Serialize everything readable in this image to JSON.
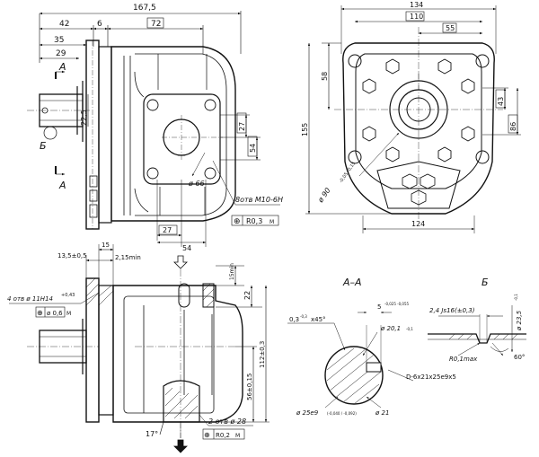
{
  "colors": {
    "ink": "#111111",
    "paper": "#ffffff"
  },
  "front_view": {
    "dims": {
      "overall_length": "167,5",
      "d42": "42",
      "d6": "6",
      "d72": "72",
      "d35": "35",
      "d29": "29",
      "d225": "22,5",
      "d27_top": "27",
      "d54_right": "54",
      "d27_bottom": "27",
      "d54_bottom": "54",
      "dia66": "ø 66"
    },
    "section_letter_A_top": "A",
    "section_letter_A_bottom": "A",
    "view_letter_B": "Б",
    "thread_note": "8отв  M10-6H",
    "position_tol_value": "R0,3",
    "position_symbol": "⊕",
    "m_modifier": "M"
  },
  "end_view": {
    "dims": {
      "d134": "134",
      "d110": "110",
      "d55": "55",
      "d58": "58",
      "d155": "155",
      "d43": "43",
      "d86": "86",
      "d124": "124",
      "dia90": "ø 90",
      "dia90_tol": "-0,05 -0,15"
    }
  },
  "side_view": {
    "dims": {
      "d135": "13,5±0,5",
      "d15": "15",
      "d215": "2,15min",
      "d15min": "15min",
      "d22": "22",
      "d112": "112±0,3",
      "d56": "56±0,15",
      "ang17": "17°",
      "dia28": "2 отв  ø 28"
    },
    "hole_note": "4 отв  ø 11H14",
    "hole_tol": "+0,43",
    "pos_06": "ø 0,6",
    "pos_02": "R0,2",
    "m_modifier": "M"
  },
  "section_AA": {
    "title": "А–А",
    "chamfer": "0,3",
    "chamfer_tol": "-0,3",
    "chamfer_angle": "x45°",
    "key5": "5",
    "key5_tol": "-0,025 -0,055",
    "dia201": "ø 20,1",
    "dia201_tol": "-0,1",
    "spline_note": "D-6x21x25e9x5",
    "dia25": "ø 25e9",
    "dia25_tol": "(-0,040 / -0,092)",
    "dia21": "ø 21"
  },
  "detail_B": {
    "title": "Б",
    "groove_w": "2,4 Js16(±0,3)",
    "dia235": "ø 23,5",
    "dia235_tol": "-0,1",
    "radius": "R0,1max",
    "angle": "60°"
  }
}
